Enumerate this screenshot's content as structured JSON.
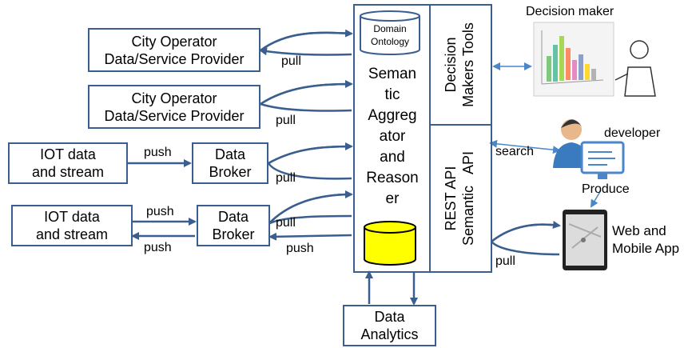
{
  "providers": [
    {
      "line1": "City Operator",
      "line2": "Data/Service Provider"
    },
    {
      "line1": "City Operator",
      "line2": "Data/Service Provider"
    }
  ],
  "iot": [
    {
      "line1": "IOT data",
      "line2": "and stream"
    },
    {
      "line1": "IOT data",
      "line2": "and stream"
    }
  ],
  "brokers": [
    {
      "line1": "Data",
      "line2": "Broker"
    },
    {
      "line1": "Data",
      "line2": "Broker"
    }
  ],
  "ontology": {
    "line1": "Domain",
    "line2": "Ontology"
  },
  "aggregator": [
    "Seman",
    "tic",
    "Aggreg",
    "ator",
    "and",
    "Reason",
    "er"
  ],
  "decision_tools": {
    "line1": "Decision",
    "line2": "Makers Tools"
  },
  "api": {
    "line1": "REST API",
    "line2": "Semantic   API"
  },
  "analytics": {
    "line1": "Data",
    "line2": "Analytics"
  },
  "labels": {
    "pull1": "pull",
    "pull2": "pull",
    "pull3": "pull",
    "pull4": "pull",
    "pull5": "pull",
    "push1": "push",
    "push2": "push",
    "push3": "push",
    "push4": "push",
    "search": "search",
    "produce": "Produce"
  },
  "actors": {
    "decision_maker": "Decision maker",
    "developer": "developer",
    "app_line1": "Web and",
    "app_line2": "Mobile App"
  },
  "colors": {
    "stroke": "#3a5f8f",
    "db_fill": "#ffff00",
    "arrow_light": "#4a86c8"
  }
}
